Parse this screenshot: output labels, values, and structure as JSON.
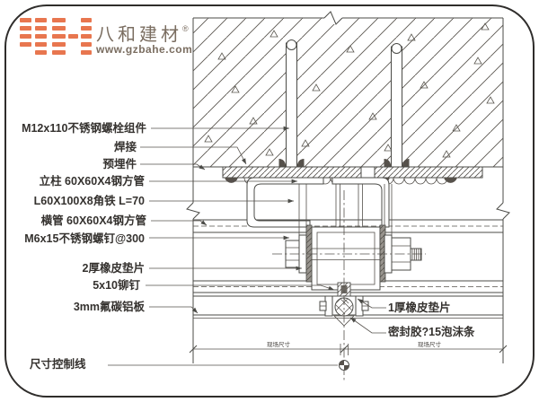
{
  "logo": {
    "brand": "八和建材",
    "registered": "®",
    "website": "www.gzbahe.com",
    "accent_color": "#E8764F",
    "text_color": "#7A6D60"
  },
  "drawing": {
    "line_color": "#4B4B47",
    "labels": {
      "m12_bolt_assembly": "M12x110不锈钢螺栓组件",
      "welding": "焊接",
      "embedded_part": "预埋件",
      "column_tube": "立柱 60X60X4钢方管",
      "angle_iron": "L60X100X8角铁 L=70",
      "beam_tube": "横管 60X60X4钢方管",
      "m6_screws": "M6x15不锈钢螺钉@300",
      "rubber_gasket_2mm": "2厚橡皮垫片",
      "rivet_5x10": "5x10铆钉",
      "aluminum_panel_3mm": "3mm氟碳铝板",
      "dimension_control_line": "尺寸控制线",
      "rubber_gasket_1mm": "1厚橡皮垫片",
      "sealant_foam_rod": "密封胶?15泡沫条",
      "field_dim_left": "现场尺寸",
      "field_dim_right": "现场尺寸"
    }
  }
}
